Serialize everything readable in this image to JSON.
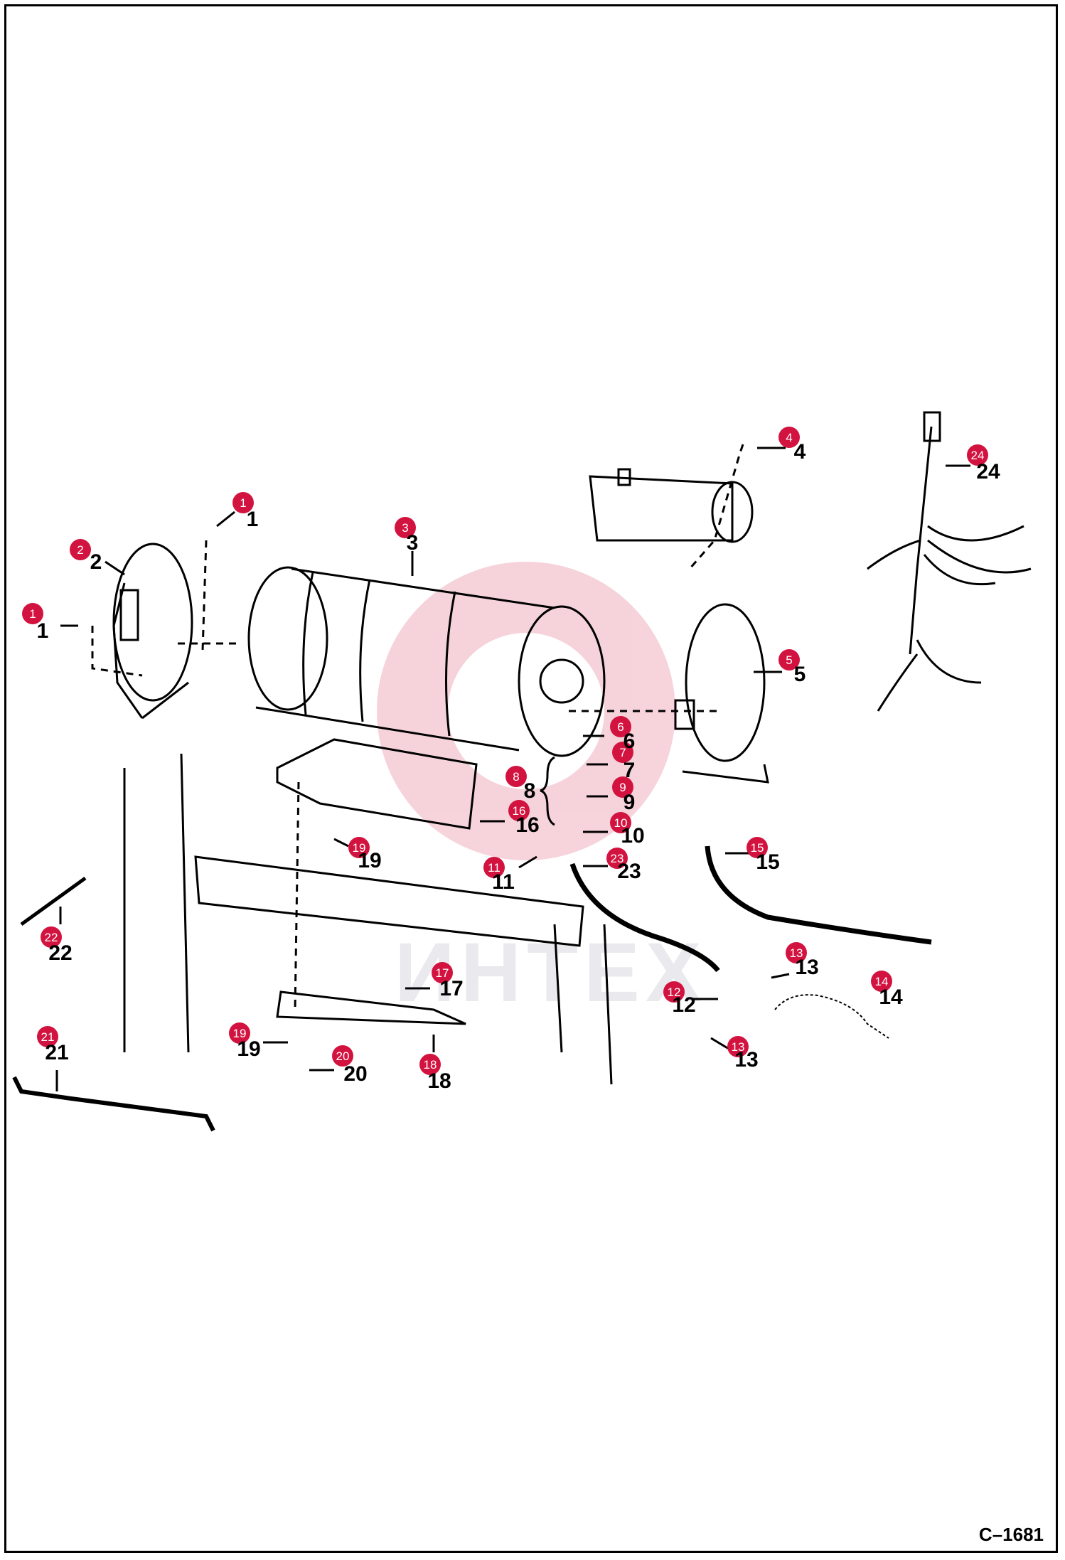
{
  "drawing_code": "C–1681",
  "watermark_text": "ИНТЕХ",
  "colors": {
    "badge": "#d3133f",
    "line": "#000000",
    "watermark": "#e9e9ee"
  },
  "callouts": [
    {
      "id": "c1a",
      "label": "1",
      "badge": "1"
    },
    {
      "id": "c1b",
      "label": "1",
      "badge": "1"
    },
    {
      "id": "c2",
      "label": "2",
      "badge": "2"
    },
    {
      "id": "c3",
      "label": "3",
      "badge": "3"
    },
    {
      "id": "c4",
      "label": "4",
      "badge": "4"
    },
    {
      "id": "c5",
      "label": "5",
      "badge": "5"
    },
    {
      "id": "c6",
      "label": "6",
      "badge": "6"
    },
    {
      "id": "c7",
      "label": "7",
      "badge": "7"
    },
    {
      "id": "c8",
      "label": "8",
      "badge": "8"
    },
    {
      "id": "c9",
      "label": "9",
      "badge": "9"
    },
    {
      "id": "c10",
      "label": "10",
      "badge": "10"
    },
    {
      "id": "c11",
      "label": "11",
      "badge": "11"
    },
    {
      "id": "c12",
      "label": "12",
      "badge": "12"
    },
    {
      "id": "c13a",
      "label": "13",
      "badge": "13"
    },
    {
      "id": "c13b",
      "label": "13",
      "badge": "13"
    },
    {
      "id": "c14",
      "label": "14",
      "badge": "14"
    },
    {
      "id": "c15",
      "label": "15",
      "badge": "15"
    },
    {
      "id": "c16",
      "label": "16",
      "badge": "16"
    },
    {
      "id": "c17",
      "label": "17",
      "badge": "17"
    },
    {
      "id": "c18",
      "label": "18",
      "badge": "18"
    },
    {
      "id": "c19a",
      "label": "19",
      "badge": "19"
    },
    {
      "id": "c19b",
      "label": "19",
      "badge": "19"
    },
    {
      "id": "c20",
      "label": "20",
      "badge": "20"
    },
    {
      "id": "c21",
      "label": "21",
      "badge": "21"
    },
    {
      "id": "c22",
      "label": "22",
      "badge": "22"
    },
    {
      "id": "c23",
      "label": "23",
      "badge": "23"
    },
    {
      "id": "c24",
      "label": "24",
      "badge": "24"
    }
  ]
}
